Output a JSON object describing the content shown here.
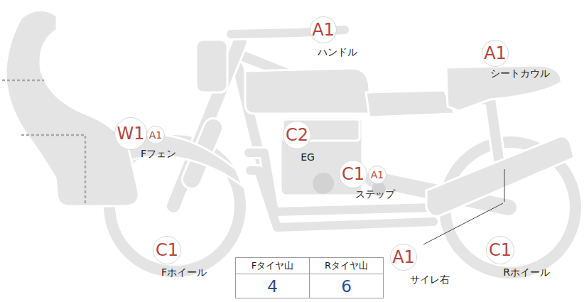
{
  "diagram": {
    "nodes": [
      {
        "text": [
          "A1",
          "ハンドル"
        ]
      },
      {
        "text": [
          "A1",
          "シートカウル"
        ]
      },
      {
        "text": [
          "W1",
          "Fフェン"
        ]
      },
      {
        "text": [
          "A1"
        ]
      },
      {
        "text": [
          "C2",
          "EG"
        ]
      },
      {
        "text": [
          "C1",
          "ステップ"
        ]
      },
      {
        "text": [
          "A1"
        ]
      },
      {
        "text": [
          "C1",
          "Fホイール"
        ]
      },
      {
        "text": [
          "A1",
          "サイレ右"
        ]
      },
      {
        "text": [
          "C1",
          "Rホイール"
        ]
      }
    ],
    "labels": [
      "Fタイヤ山",
      "Rタイヤ山",
      "4",
      "6"
    ]
  }
}
